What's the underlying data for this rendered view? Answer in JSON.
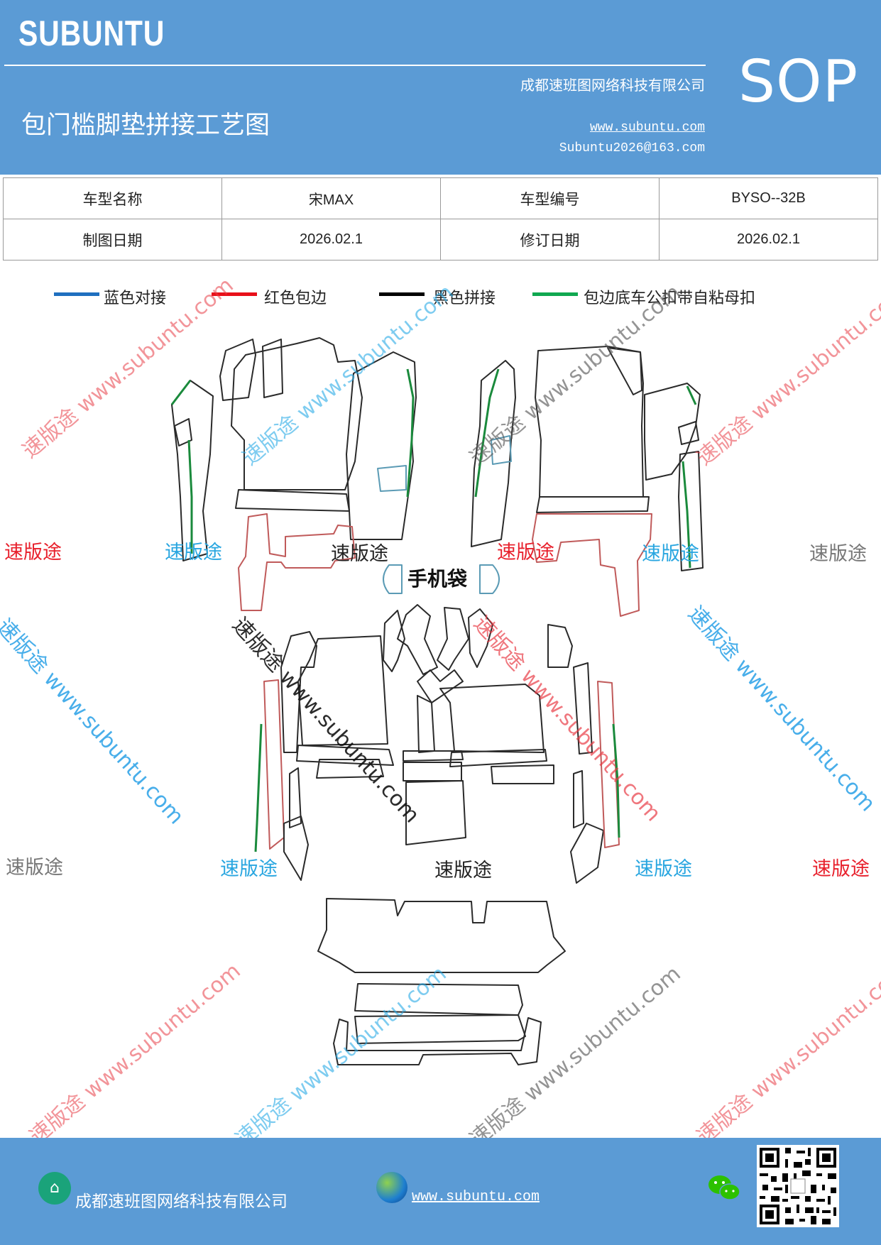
{
  "header": {
    "brand": "SUBUNTU",
    "company": "成都速班图网络科技有限公司",
    "title": "包门槛脚垫拼接工艺图",
    "url": "www.subuntu.com",
    "email": "Subuntu2026@163.com",
    "badge": "SOP"
  },
  "info_table": {
    "rows": [
      [
        "车型名称",
        "宋MAX",
        "车型编号",
        "BYSO--32B"
      ],
      [
        "制图日期",
        "2026.02.1",
        "修订日期",
        "2026.02.1"
      ]
    ]
  },
  "legend": [
    {
      "label": "蓝色对接",
      "color": "#1f6fbf"
    },
    {
      "label": "红色包边",
      "color": "#e8101a"
    },
    {
      "label": "黑色拼接",
      "color": "#000000"
    },
    {
      "label": "包边底车公扣带自粘母扣",
      "color": "#10a850"
    }
  ],
  "diagram": {
    "phone_bag_label": "手机袋",
    "watermark_text": "速版途 www.subuntu.com",
    "watermark_short": "速版途",
    "colors": {
      "outline": "#2a2a2a",
      "edge": "#c05a5a",
      "green": "#1a8a3c",
      "blue": "#5b9bb5"
    }
  },
  "footer": {
    "company": "成都速班图网络科技有限公司",
    "url": "www.subuntu.com"
  },
  "colors": {
    "brand_blue": "#5b9bd5",
    "white": "#ffffff"
  }
}
